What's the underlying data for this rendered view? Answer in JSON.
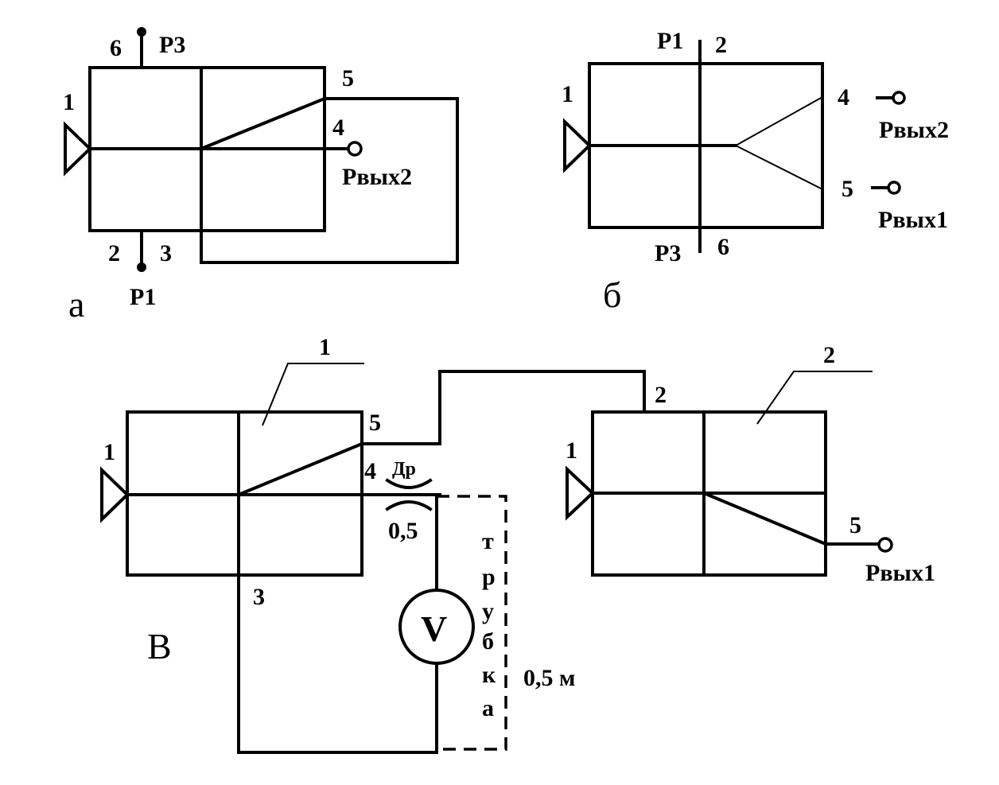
{
  "panel_a": {
    "caption": "а",
    "port_input": "1",
    "port_top": "6",
    "port_top_signal": "Р3",
    "port_bottom": "2",
    "port_bottom_signal": "Р1",
    "port_feedback_bottom": "3",
    "port_feedback_top": "5",
    "port_output": "4",
    "output_signal": "Рвых2"
  },
  "panel_b": {
    "caption": "б",
    "port_input": "1",
    "top_signal": "Р1",
    "port_top": "2",
    "bottom_signal": "Р3",
    "port_bottom": "6",
    "port_out_upper": "4",
    "out_upper_signal": "Рвых2",
    "port_out_lower": "5",
    "out_lower_signal": "Рвых1"
  },
  "panel_v": {
    "caption": "В",
    "element1": {
      "callout": "1",
      "port_input": "1",
      "port_upper": "5",
      "port_output": "4",
      "port_bottom": "3"
    },
    "element2": {
      "callout": "2",
      "port_input": "1",
      "port_top": "2",
      "port_output": "5",
      "output_signal": "Рвых1"
    },
    "throttle_label": "Др",
    "throttle_value": "0,5",
    "volume_symbol": "V",
    "tube_letters": [
      "т",
      "р",
      "у",
      "б",
      "к",
      "а"
    ],
    "tube_length": "0,5 м"
  }
}
